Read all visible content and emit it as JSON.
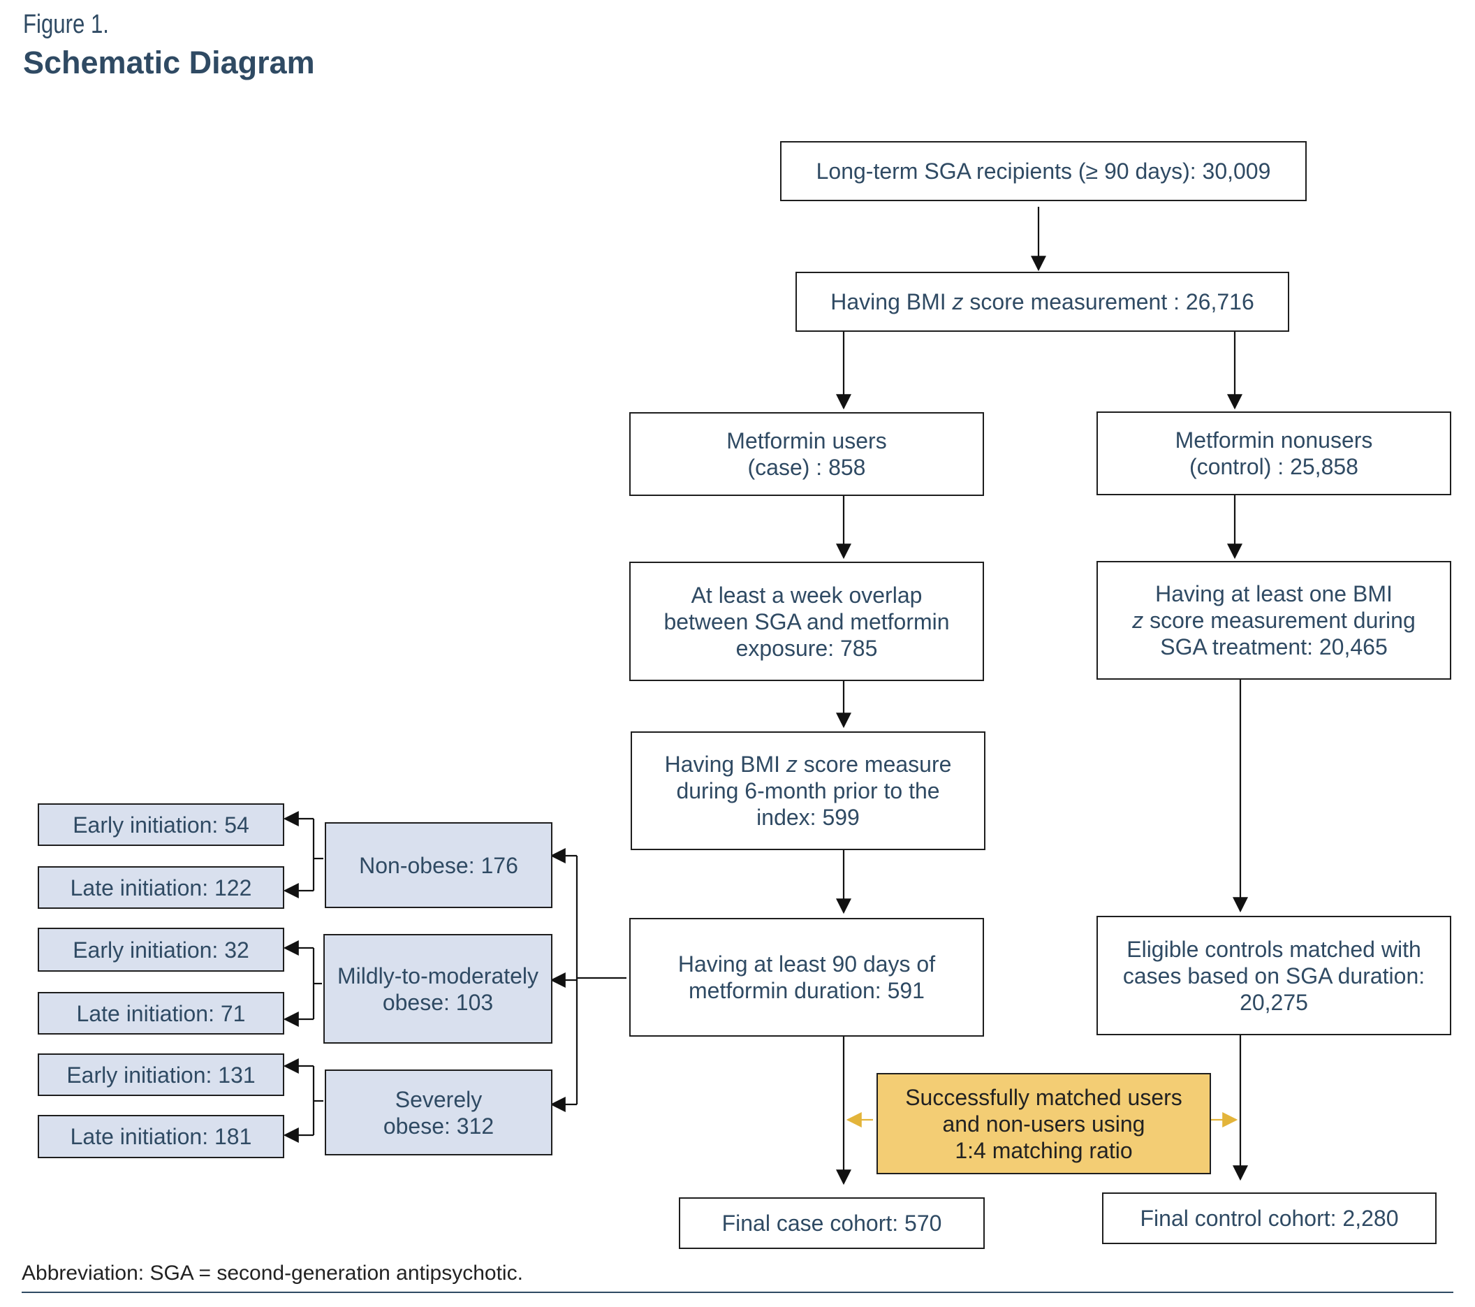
{
  "figure": {
    "label": "Figure 1.",
    "title": "Schematic Diagram"
  },
  "boxes": {
    "sga_recipients": "Long-term SGA recipients (≥ 90 days): 30,009",
    "bmi_measure_pre": "Having BMI ",
    "bmi_measure_z": "z",
    "bmi_measure_post": " score measurement : 26,716",
    "metformin_users": "Metformin users\n(case) : 858",
    "metformin_nonusers": "Metformin nonusers\n(control) : 25,858",
    "week_overlap": "At least a week overlap\nbetween SGA and metformin\nexposure: 785",
    "control_bmi_pre": "Having at least one BMI\n",
    "control_bmi_z": "z",
    "control_bmi_post": " score measurement during\nSGA treatment: 20,465",
    "prior_bmi_pre": "Having BMI ",
    "prior_bmi_z": "z",
    "prior_bmi_post": " score measure\nduring 6-month prior to the\nindex: 599",
    "ninety_days": "Having at least 90 days of\nmetformin duration: 591",
    "eligible_controls": "Eligible controls matched with\ncases based on SGA duration:\n20,275",
    "matched": "Successfully matched users\nand non-users using\n1:4 matching ratio",
    "final_case": "Final case cohort: 570",
    "final_control": "Final control cohort: 2,280"
  },
  "subgroups": {
    "non_obese": "Non-obese: 176",
    "mild_moderate": "Mildly-to-moderately\nobese: 103",
    "severe": "Severely\nobese: 312",
    "early_54": "Early initiation: 54",
    "late_122": "Late initiation: 122",
    "early_32": "Early initiation: 32",
    "late_71": "Late initiation: 71",
    "early_131": "Early initiation: 131",
    "late_181": "Late initiation: 181"
  },
  "footnote": {
    "abbreviation": "Abbreviation: SGA = second-generation antipsychotic."
  },
  "colors": {
    "text": "#2f4a63",
    "shaded_box": "#d9e0ee",
    "highlight_box": "#f3cd74",
    "highlight_arrow": "#e3b43a"
  }
}
